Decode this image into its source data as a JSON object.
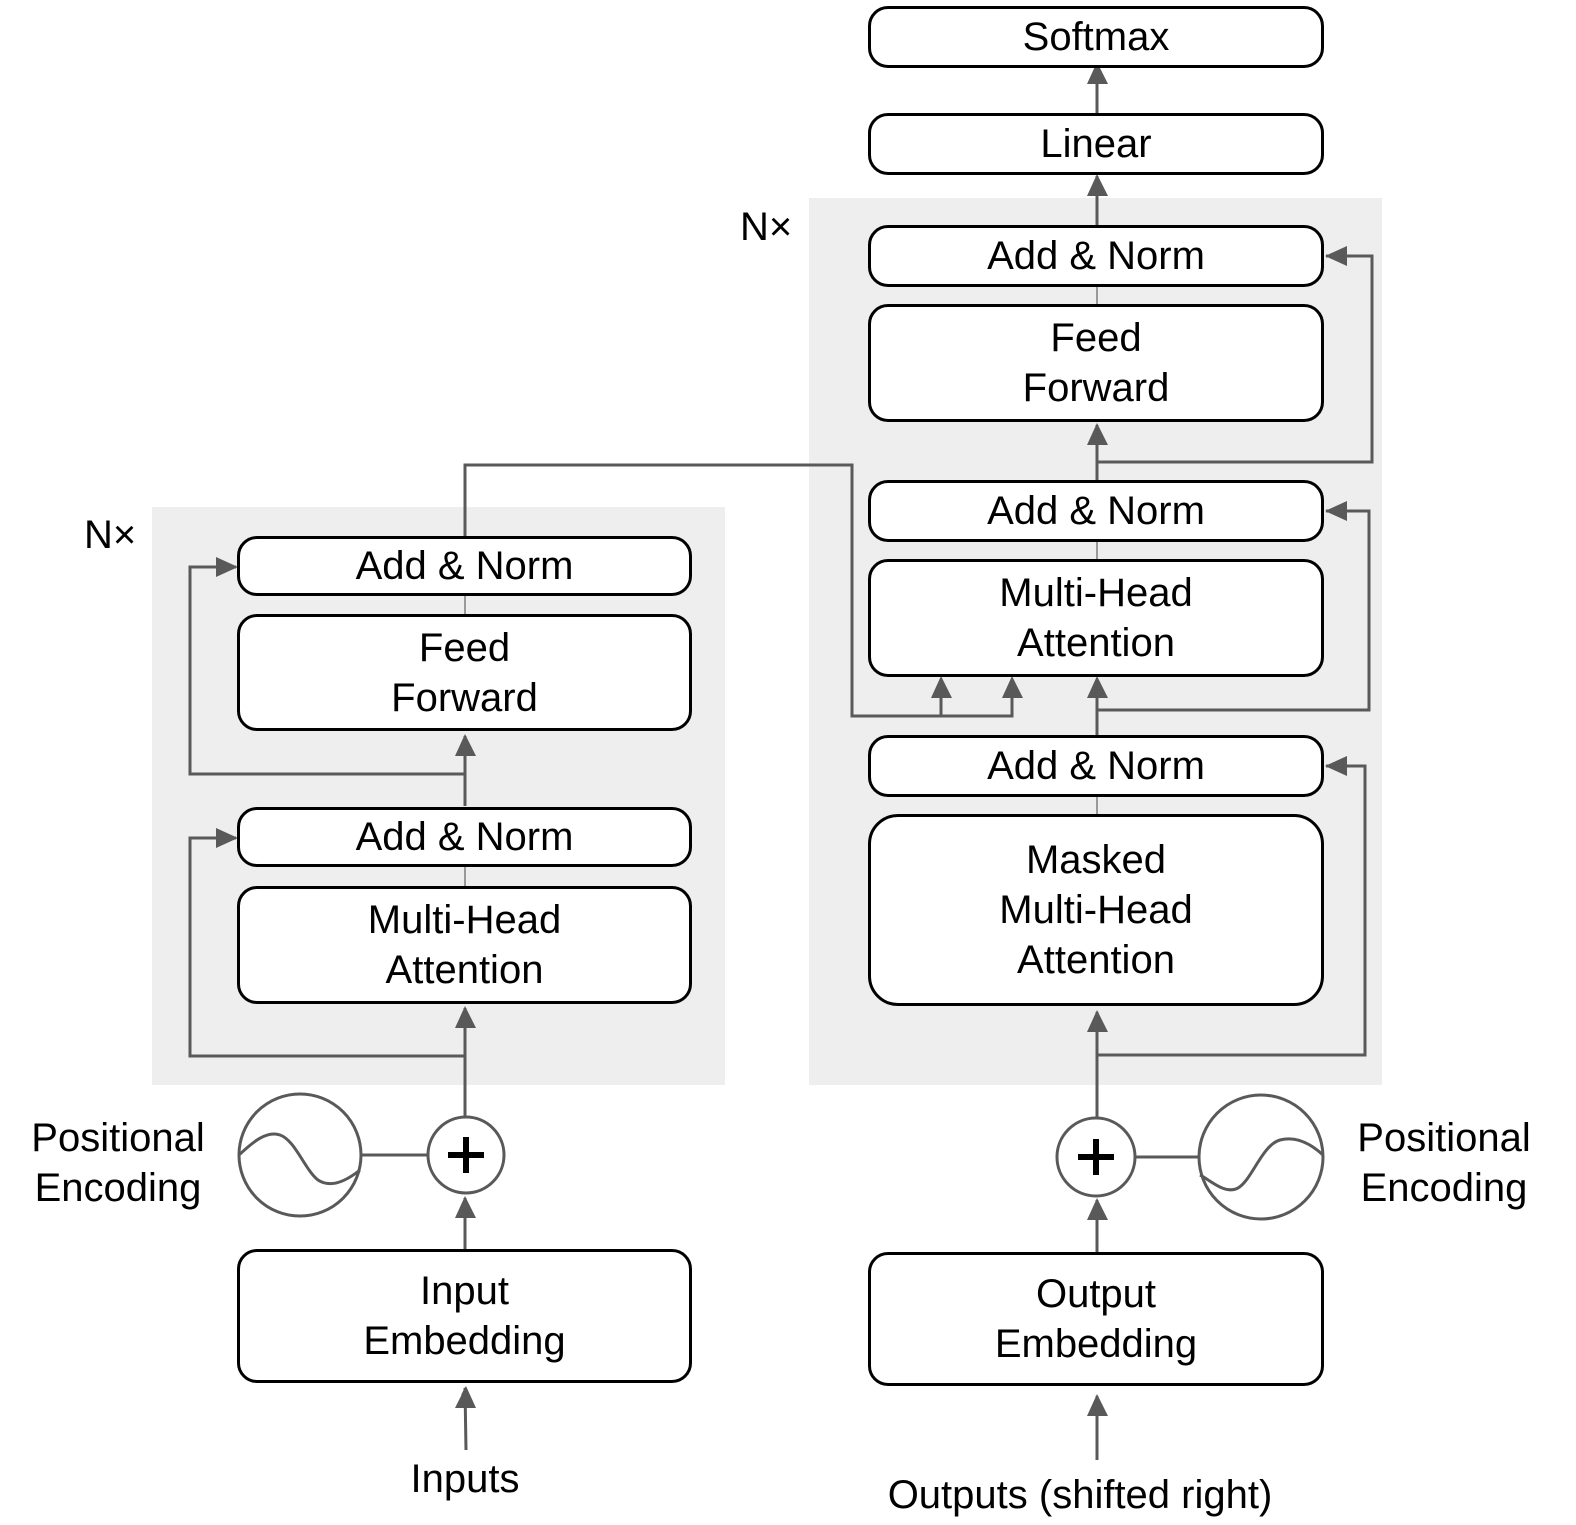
{
  "encoder": {
    "repeat_label": "N×",
    "add_norm_top": "Add & Norm",
    "feed_forward": [
      "Feed",
      "Forward"
    ],
    "add_norm_bottom": "Add & Norm",
    "attention": [
      "Multi-Head",
      "Attention"
    ],
    "positional_encoding": [
      "Positional",
      "Encoding"
    ],
    "embedding": [
      "Input",
      "Embedding"
    ],
    "input_label": "Inputs"
  },
  "decoder": {
    "repeat_label": "N×",
    "softmax": "Softmax",
    "linear": "Linear",
    "add_norm_top": "Add & Norm",
    "feed_forward": [
      "Feed",
      "Forward"
    ],
    "add_norm_middle": "Add & Norm",
    "cross_attention": [
      "Multi-Head",
      "Attention"
    ],
    "add_norm_bottom": "Add & Norm",
    "masked_attention": [
      "Masked",
      "Multi-Head",
      "Attention"
    ],
    "positional_encoding": [
      "Positional",
      "Encoding"
    ],
    "embedding": [
      "Output",
      "Embedding"
    ],
    "output_label": "Outputs (shifted right)"
  },
  "colors": {
    "stack_bg": "#eeeeee",
    "wire": "#595959",
    "box_border": "#000000"
  }
}
